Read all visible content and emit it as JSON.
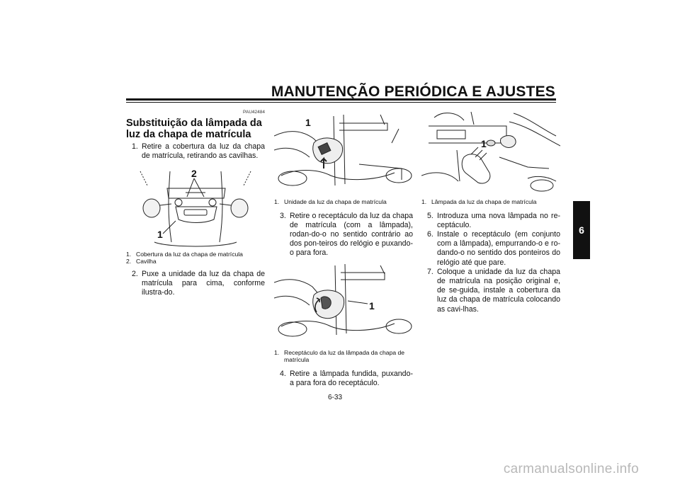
{
  "header": {
    "title": "MANUTENÇÃO PERIÓDICA E AJUSTES"
  },
  "side_tab": {
    "label": "6"
  },
  "column1": {
    "code": "PAU42484",
    "section_title": "Substituição da lâmpada da luz da chapa de matrícula",
    "steps": [
      {
        "num": "1.",
        "text": "Retire a cobertura da luz da chapa de matrícula, retirando as cavilhas."
      },
      {
        "num": "2.",
        "text": "Puxe a unidade da luz da chapa de matrícula para cima, conforme ilustra-do."
      }
    ],
    "figure": {
      "callouts": [
        "2",
        "1"
      ]
    },
    "captions": [
      {
        "num": "1.",
        "text": "Cobertura da luz da chapa de matrícula"
      },
      {
        "num": "2.",
        "text": "Cavilha"
      }
    ]
  },
  "column2": {
    "figure1": {
      "callout": "1"
    },
    "caption1": {
      "num": "1.",
      "text": "Unidade da luz da chapa de matrícula"
    },
    "step3": {
      "num": "3.",
      "text": "Retire o receptáculo da luz da chapa de matrícula (com a lâmpada), rodan-do-o no sentido contrário ao dos pon-teiros do relógio e puxando-o para fora."
    },
    "figure2": {
      "callout": "1"
    },
    "caption2": {
      "num": "1.",
      "text": "Receptáculo da luz da lâmpada da chapa de matrícula"
    },
    "step4": {
      "num": "4.",
      "text": "Retire a lâmpada fundida, puxando-a para fora do receptáculo."
    }
  },
  "column3": {
    "figure": {
      "callout": "1"
    },
    "caption": {
      "num": "1.",
      "text": "Lâmpada da luz da chapa de matrícula"
    },
    "steps": [
      {
        "num": "5.",
        "text": "Introduza uma nova lâmpada no re-ceptáculo."
      },
      {
        "num": "6.",
        "text": "Instale o receptáculo (em conjunto com a lâmpada), empurrando-o e ro-dando-o no sentido dos ponteiros do relógio até que pare."
      },
      {
        "num": "7.",
        "text": "Coloque a unidade da luz da chapa de matrícula na posição original e, de se-guida, instale a cobertura da luz da chapa de matrícula colocando as cavi-lhas."
      }
    ]
  },
  "footer": {
    "page_number": "6-33"
  },
  "watermark": {
    "text": "carmanualsonline.info"
  }
}
